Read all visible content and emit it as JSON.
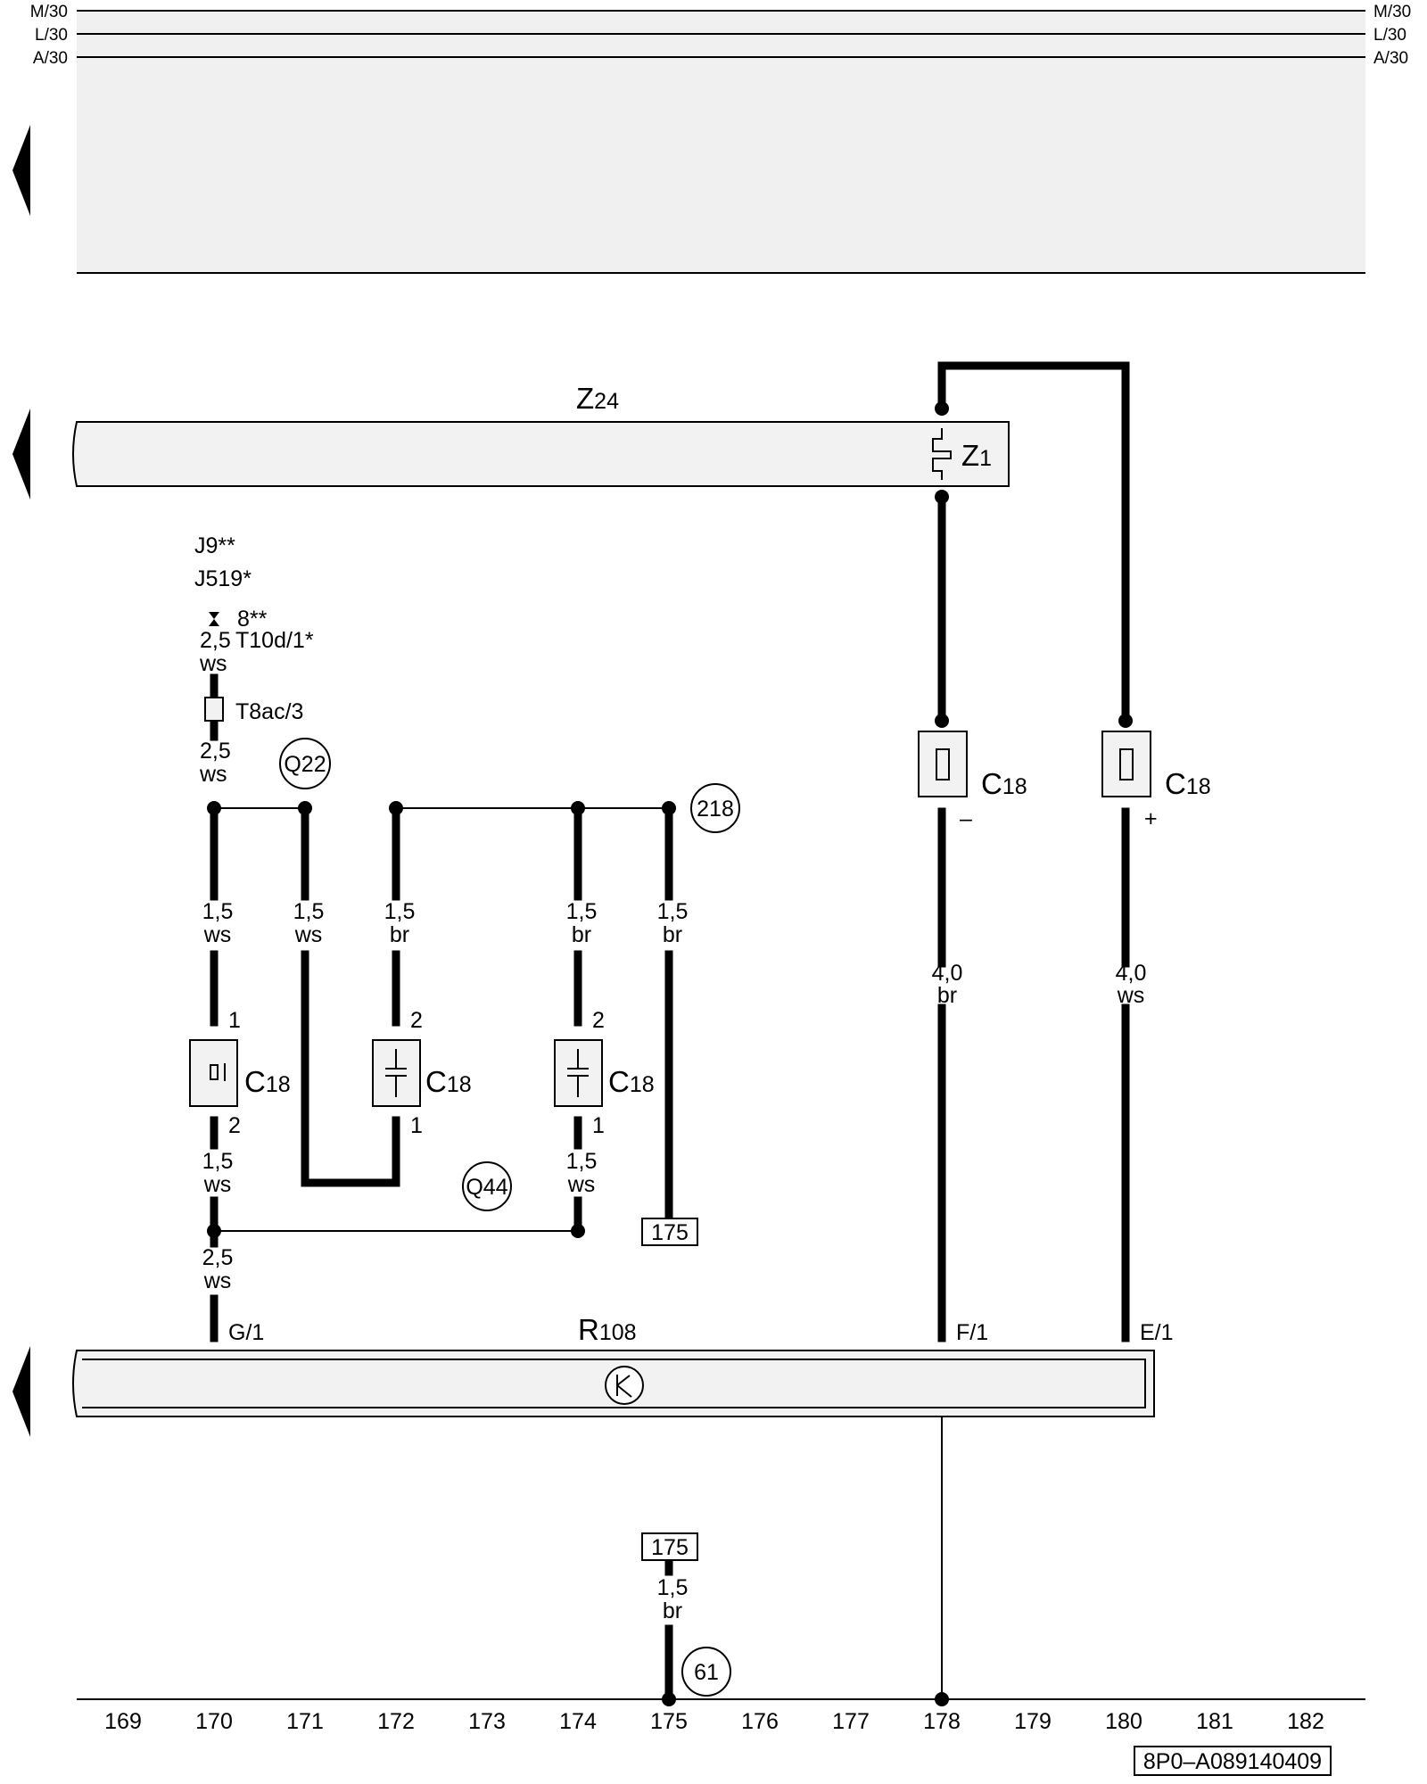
{
  "rails": [
    "M/30",
    "L/30",
    "A/30"
  ],
  "components": {
    "z24": {
      "letter": "Z",
      "sub": "24"
    },
    "z1": {
      "letter": "Z",
      "sub": "1"
    },
    "r108": {
      "letter": "R",
      "sub": "108"
    },
    "c18_letter": "C",
    "c18_sub": "18"
  },
  "labels": {
    "j9": "J9**",
    "j519": "J519*",
    "conn_8": "8**",
    "t10d": "T10d/1*",
    "t8ac": "T8ac/3",
    "q22": "Q22",
    "q44": "Q44",
    "ref_218": "218",
    "ref_61": "61",
    "box_175_upper": "175",
    "box_175_lower": "175",
    "pin_g1": "G/1",
    "pin_f1": "F/1",
    "pin_e1": "E/1",
    "minus": "–",
    "plus": "+"
  },
  "wires": {
    "top_size": "2,5",
    "top_color": "ws",
    "t8_size": "2,5",
    "t8_color": "ws",
    "w170_size": "1,5",
    "w170_color": "ws",
    "w171_size": "1,5",
    "w171_color": "ws",
    "w172_size": "1,5",
    "w172_color": "br",
    "w174_size": "1,5",
    "w174_color": "br",
    "w175_size": "1,5",
    "w175_color": "br",
    "w170b_size": "1,5",
    "w170b_color": "ws",
    "w174b_size": "1,5",
    "w174b_color": "ws",
    "w170c_size": "2,5",
    "w170c_color": "ws",
    "w178_size": "4,0",
    "w178_color": "br",
    "w180_size": "4,0",
    "w180_color": "ws",
    "bot175_size": "1,5",
    "bot175_color": "br"
  },
  "pins": {
    "c1_top": "1",
    "c1_bot": "2",
    "c2_top": "2",
    "c2_bot": "1",
    "c3_top": "2",
    "c3_bot": "1"
  },
  "grid": [
    "169",
    "170",
    "171",
    "172",
    "173",
    "174",
    "175",
    "176",
    "177",
    "178",
    "179",
    "180",
    "181",
    "182"
  ],
  "footer_code": "8P0–A089140409"
}
